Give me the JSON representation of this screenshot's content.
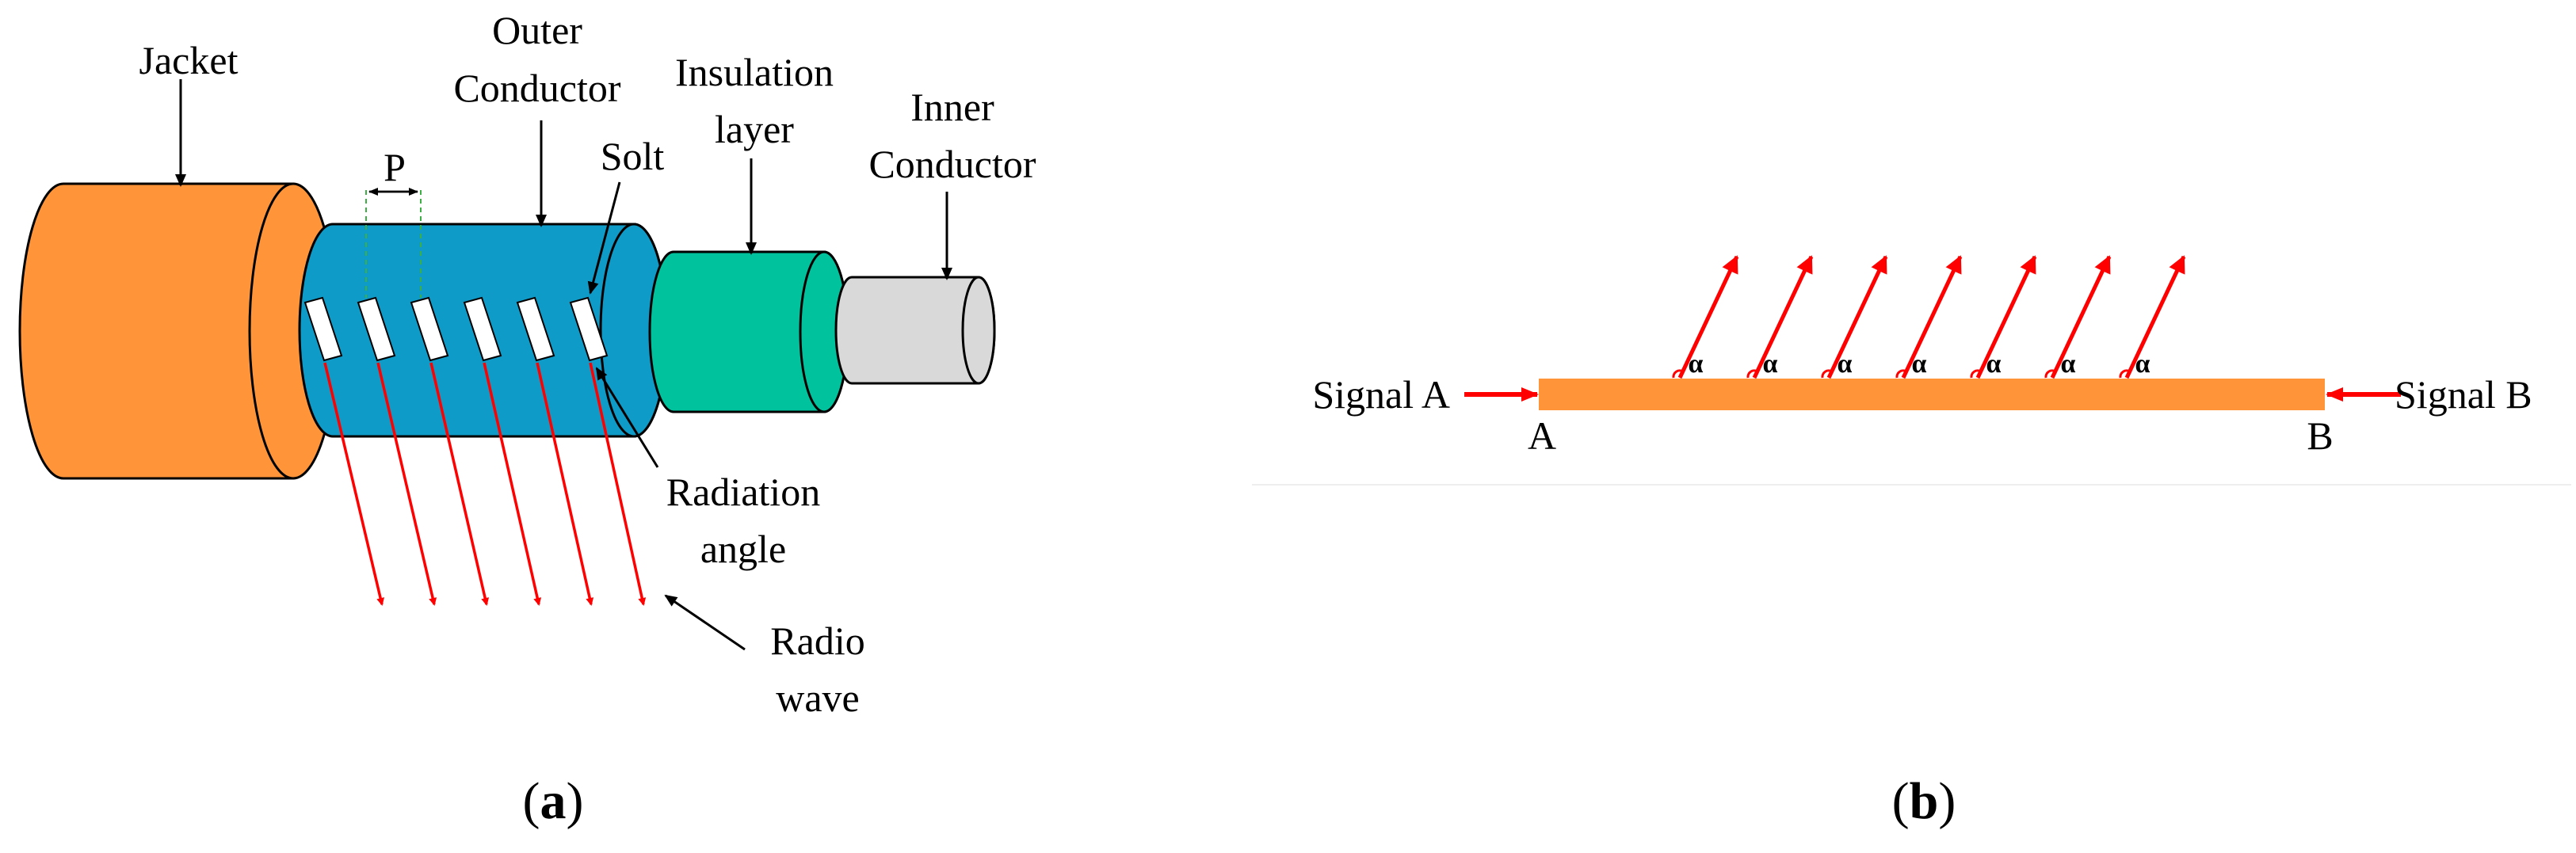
{
  "panel_a": {
    "caption_open": "(",
    "caption_letter": "a",
    "caption_close": ")",
    "labels": {
      "jacket": "Jacket",
      "outer_conductor_1": "Outer",
      "outer_conductor_2": "Conductor",
      "insulation_1": "Insulation",
      "insulation_2": "layer",
      "inner_conductor_1": "Inner",
      "inner_conductor_2": "Conductor",
      "pitch": "P",
      "slot": "Solt",
      "radiation_angle_1": "Radiation",
      "radiation_angle_2": "angle",
      "radio_wave_1": "Radio",
      "radio_wave_2": "wave"
    },
    "colors": {
      "jacket": "#FF9438",
      "outer_conductor": "#0F9BC8",
      "insulation": "#00C29C",
      "inner_conductor": "#D9D9D9",
      "slot": "#FFFFFF",
      "wave": "#FF0000",
      "pitch_guide": "#3CB043"
    },
    "slot_count": 6
  },
  "panel_b": {
    "caption_open": "(",
    "caption_letter": "b",
    "caption_close": ")",
    "signal_a": "Signal A",
    "signal_b": "Signal B",
    "end_a": "A",
    "end_b": "B",
    "angle_symbol": "α",
    "colors": {
      "cable": "#FF9438",
      "arrow": "#FF0000"
    },
    "radiator_count": 7
  }
}
